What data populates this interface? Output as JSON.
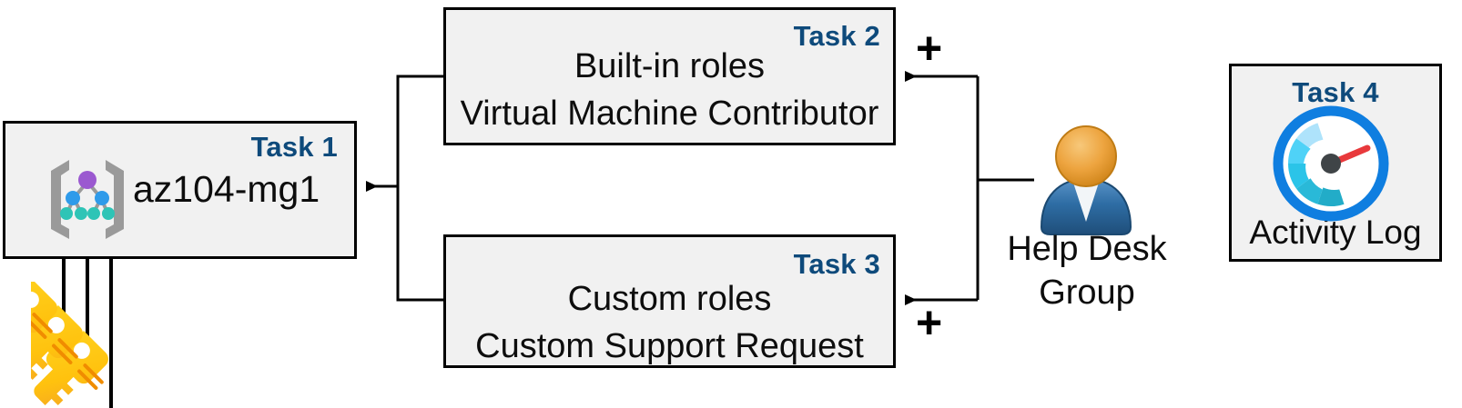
{
  "diagram": {
    "title": "Azure RBAC task diagram",
    "background": "#ffffff",
    "box_fill": "#f1f1f1",
    "box_border": "#000000",
    "tag_color": "#0e4a7b",
    "connector_color": "#000000"
  },
  "task1": {
    "tag": "Task 1",
    "text": "az104-mg1",
    "icon": "management-group-icon"
  },
  "task2": {
    "tag": "Task 2",
    "line1": "Built-in roles",
    "line2": "Virtual Machine Contributor"
  },
  "task3": {
    "tag": "Task 3",
    "line1": "Custom roles",
    "line2": "Custom Support Request"
  },
  "task4": {
    "tag": "Task 4",
    "label": "Activity Log",
    "icon": "gauge-icon"
  },
  "actor": {
    "label_line1": "Help Desk",
    "label_line2": "Group",
    "icon": "user-group-icon"
  },
  "keys": {
    "icon": "keys-icon",
    "count": 3
  },
  "operators": {
    "plus_top": "+",
    "plus_bottom": "+"
  },
  "colors": {
    "mg_root_node": "#9b59d0",
    "mg_mid_node": "#2f9bea",
    "mg_leaf_node": "#2ec4b6",
    "mg_bracket": "#9a9a9a",
    "gauge_ring": "#0f7ee0",
    "gauge_needle": "#e8393c",
    "gauge_hub": "#3f4447",
    "gauge_seg1": "#aee3fb",
    "gauge_seg2": "#4fd2f7",
    "gauge_seg3": "#2bc4e8",
    "gauge_seg4": "#29b9d8",
    "gauge_seg5": "#22acc8",
    "person_head": "#e9a03a",
    "person_body": "#2e6da4",
    "key_body": "#ffc20e",
    "key_shade": "#f6a623"
  }
}
